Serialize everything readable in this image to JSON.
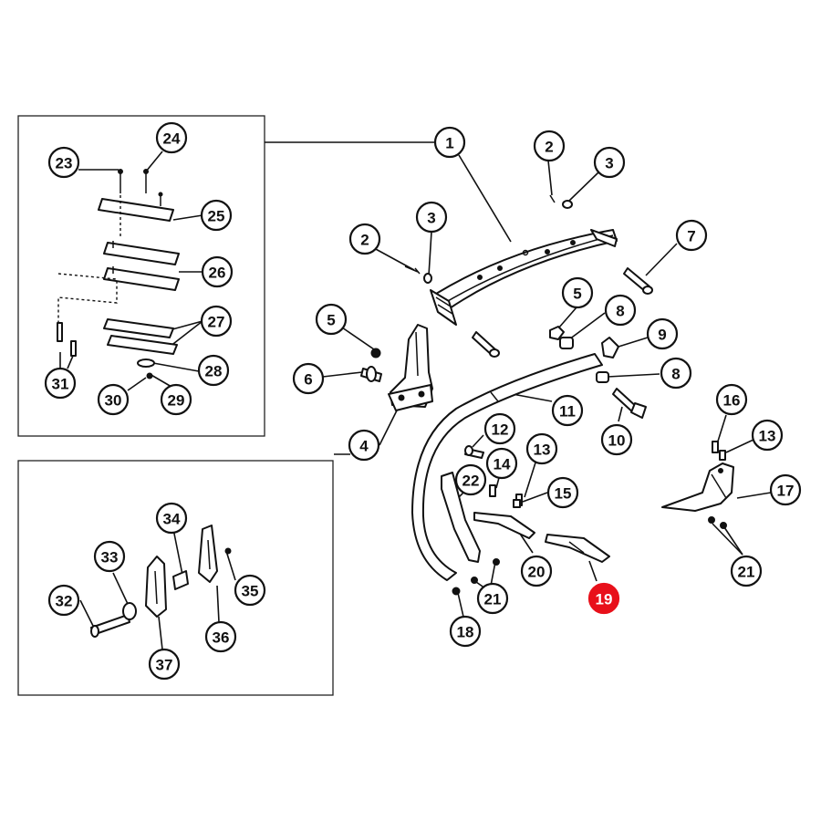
{
  "highlight_color": "#e8101a",
  "highlighted_callout": "19",
  "callouts": [
    {
      "label": "1"
    },
    {
      "label": "2"
    },
    {
      "label": "3"
    },
    {
      "label": "2"
    },
    {
      "label": "3"
    },
    {
      "label": "7"
    },
    {
      "label": "5"
    },
    {
      "label": "8"
    },
    {
      "label": "9"
    },
    {
      "label": "8"
    },
    {
      "label": "5"
    },
    {
      "label": "6"
    },
    {
      "label": "4"
    },
    {
      "label": "11"
    },
    {
      "label": "10"
    },
    {
      "label": "12"
    },
    {
      "label": "14"
    },
    {
      "label": "13"
    },
    {
      "label": "15"
    },
    {
      "label": "22"
    },
    {
      "label": "20"
    },
    {
      "label": "21"
    },
    {
      "label": "19"
    },
    {
      "label": "18"
    },
    {
      "label": "16"
    },
    {
      "label": "13"
    },
    {
      "label": "17"
    },
    {
      "label": "21"
    },
    {
      "label": "23"
    },
    {
      "label": "24"
    },
    {
      "label": "25"
    },
    {
      "label": "26"
    },
    {
      "label": "27"
    },
    {
      "label": "28"
    },
    {
      "label": "29"
    },
    {
      "label": "30"
    },
    {
      "label": "31"
    },
    {
      "label": "33"
    },
    {
      "label": "34"
    },
    {
      "label": "35"
    },
    {
      "label": "32"
    },
    {
      "label": "36"
    },
    {
      "label": "37"
    }
  ]
}
